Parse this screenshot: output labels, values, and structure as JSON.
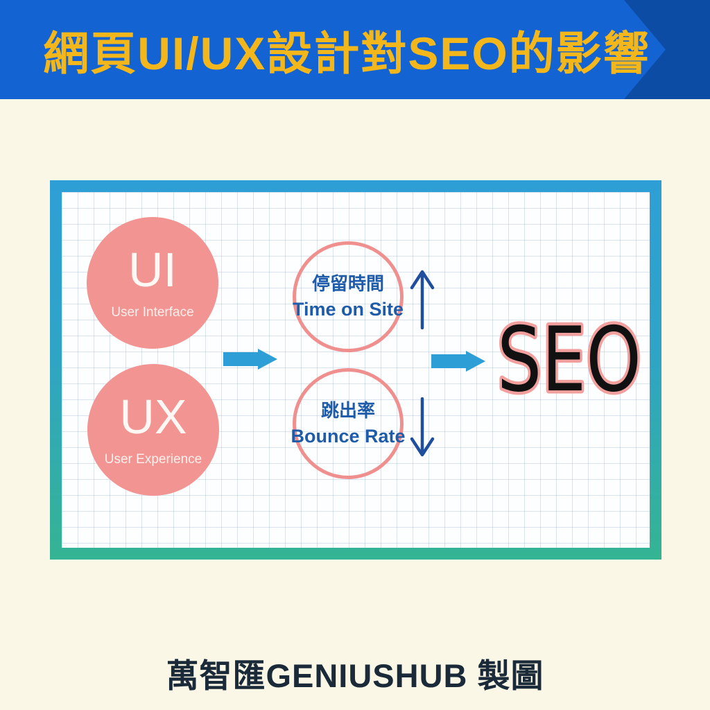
{
  "banner": {
    "title": "網頁UI/UX設計對SEO的影響",
    "colors": {
      "background": "#0D4CA4",
      "chevron": "#1363D2",
      "title": "#F3B71B"
    }
  },
  "diagram": {
    "source_circles": [
      {
        "abbr": "UI",
        "label": "User Interface"
      },
      {
        "abbr": "UX",
        "label": "User Experience"
      }
    ],
    "metric_circles": [
      {
        "zh": "停留時間",
        "en": "Time on Site",
        "trend": "up"
      },
      {
        "zh": "跳出率",
        "en": "Bounce Rate",
        "trend": "down"
      }
    ],
    "result_label": "SEO",
    "colors": {
      "panel_border_top": "#2E9FD6",
      "panel_border_bottom": "#35B493",
      "flow_arrow": "#2E9FD6",
      "trend_arrow": "#1F4E9C",
      "metric_text": "#1E5BA8",
      "solid_circle": "#F29492",
      "outline_circle": "#F0908E",
      "seo_fill": "#111111",
      "seo_outline": "#F2A09E",
      "page_background": "#FBF7E6"
    }
  },
  "footer": {
    "credit": "萬智匯GENIUSHUB 製圖"
  }
}
